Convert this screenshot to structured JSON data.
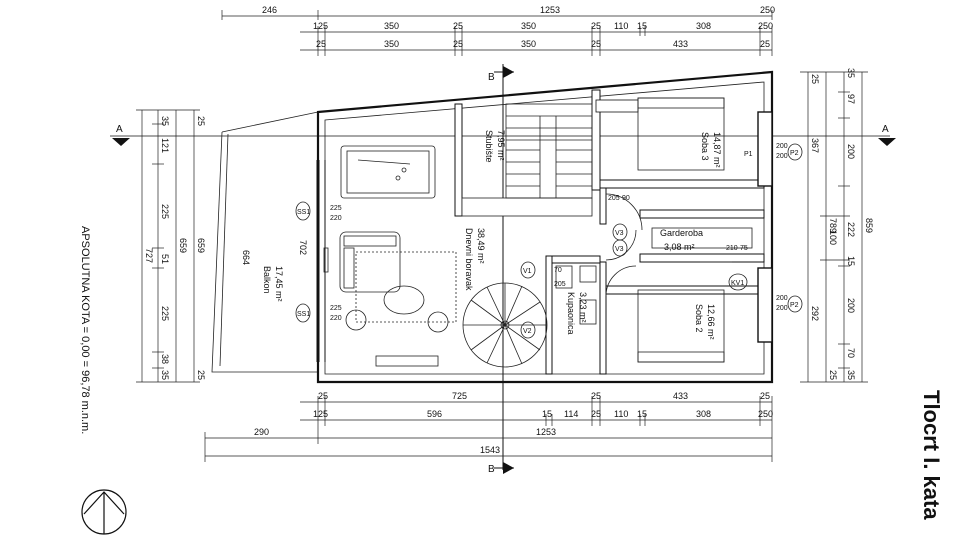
{
  "title": "Tlocrt I. kata",
  "note": "APSOLUTNA KOTA = 0,00 = 96,78 m.n.m.",
  "section_marks": {
    "a_left": "A",
    "a_right": "A",
    "b_top": "B",
    "b_bottom": "B"
  },
  "rooms": {
    "stubiste": {
      "name": "Stubište",
      "area": "7,95 m²"
    },
    "dnevni": {
      "name": "Dnevni boravak",
      "area": "38,49 m²"
    },
    "balkon": {
      "name": "Balkon",
      "area": "17,45 m²"
    },
    "soba3": {
      "name": "Soba 3",
      "area": "14,87 m²"
    },
    "soba2": {
      "name": "Soba 2",
      "area": "12,66 m²"
    },
    "garderoba": {
      "name": "Garderoba",
      "area": "3,08 m²"
    },
    "kupaonica": {
      "name": "Kupaonica",
      "area": "3,23 m²"
    }
  },
  "symbols": {
    "ss1_a": "SS1",
    "ss1_b": "SS1",
    "v1": "V1",
    "v2": "V2",
    "v3a": "V3",
    "v3b": "V3",
    "p2a": "P2",
    "p2b": "P2",
    "p1": "P1",
    "kv1": "KV1"
  },
  "dims_top": {
    "row1": [
      "246",
      "1253",
      "250"
    ],
    "row2": [
      "125",
      "350",
      "25",
      "350",
      "25",
      "110",
      "15",
      "308",
      "250"
    ],
    "row3": [
      "25",
      "350",
      "25",
      "350",
      "25",
      "433",
      "25"
    ]
  },
  "dims_bottom": {
    "row1": [
      "25",
      "725",
      "25",
      "433",
      "25"
    ],
    "row2": [
      "125",
      "596",
      "15",
      "114",
      "25",
      "110",
      "15",
      "308",
      "250"
    ],
    "row3": [
      "290",
      "1253"
    ],
    "row4": [
      "1543"
    ]
  },
  "dims_left": {
    "outer": [
      "727"
    ],
    "col2": [
      "35",
      "121",
      "225",
      "51",
      "225",
      "38",
      "35"
    ],
    "col3": [
      "659"
    ],
    "col4": [
      "659"
    ],
    "col5": [
      "25",
      "25"
    ],
    "balkon": [
      "664",
      "702"
    ]
  },
  "dims_right": {
    "col1": [
      "25",
      "367",
      "100",
      "292",
      "25"
    ],
    "col2": [
      "789"
    ],
    "col3": [
      "35",
      "97",
      "200",
      "222",
      "15",
      "200",
      "70",
      "35"
    ],
    "col4": [
      "859"
    ]
  },
  "window_labels": {
    "w1": "225",
    "w1b": "220",
    "w2": "225",
    "w2b": "220",
    "w3": "200",
    "w3b": "200",
    "w4": "200",
    "w4b": "200",
    "d1": "205",
    "d1b": "90",
    "d2": "210",
    "d2b": "75",
    "d3": "70",
    "d3b": "205"
  }
}
